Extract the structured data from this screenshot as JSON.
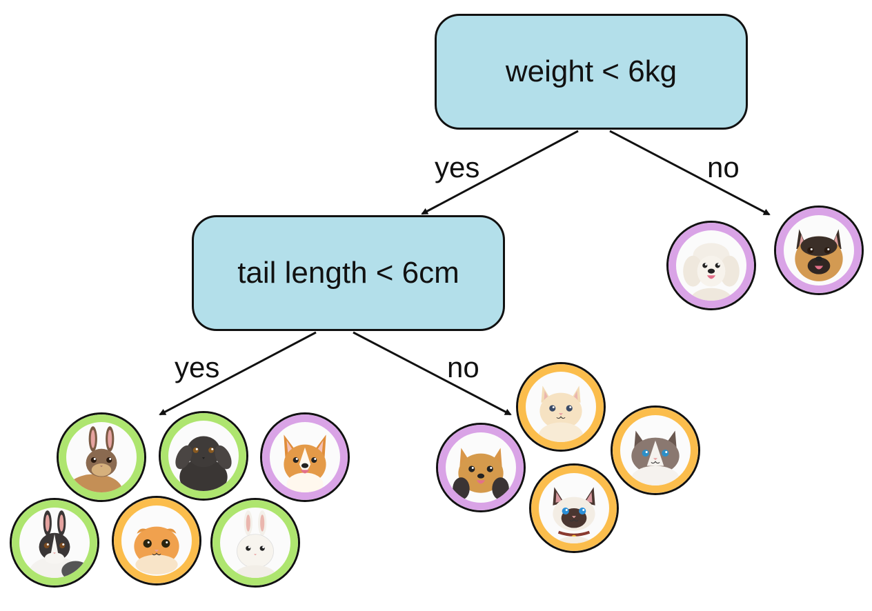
{
  "colors": {
    "node_fill": "#b3dfea",
    "rabbit_ring": "#aee56f",
    "cat_ring": "#fbbd4c",
    "dog_ring": "#d9a3e6"
  },
  "nodes": {
    "root": {
      "label": "weight < 6kg"
    },
    "tail": {
      "label": "tail length < 6cm"
    }
  },
  "edges": {
    "root_yes": "yes",
    "root_no": "no",
    "tail_yes": "yes",
    "tail_no": "no"
  },
  "leaves": {
    "heavy": [
      {
        "animal": "poodle",
        "kind": "dog"
      },
      {
        "animal": "german-shepherd",
        "kind": "dog"
      }
    ],
    "short_tail": [
      {
        "animal": "brown-rabbit",
        "kind": "rabbit"
      },
      {
        "animal": "black-lop-rabbit",
        "kind": "rabbit"
      },
      {
        "animal": "corgi",
        "kind": "dog"
      },
      {
        "animal": "dutch-rabbit",
        "kind": "rabbit"
      },
      {
        "animal": "scottish-fold-cat",
        "kind": "cat"
      },
      {
        "animal": "white-rabbit",
        "kind": "rabbit"
      }
    ],
    "long_tail": [
      {
        "animal": "cream-fluffy-cat",
        "kind": "cat"
      },
      {
        "animal": "yorkshire-terrier",
        "kind": "dog"
      },
      {
        "animal": "ragdoll-cat",
        "kind": "cat"
      },
      {
        "animal": "siamese-cat",
        "kind": "cat"
      }
    ]
  }
}
